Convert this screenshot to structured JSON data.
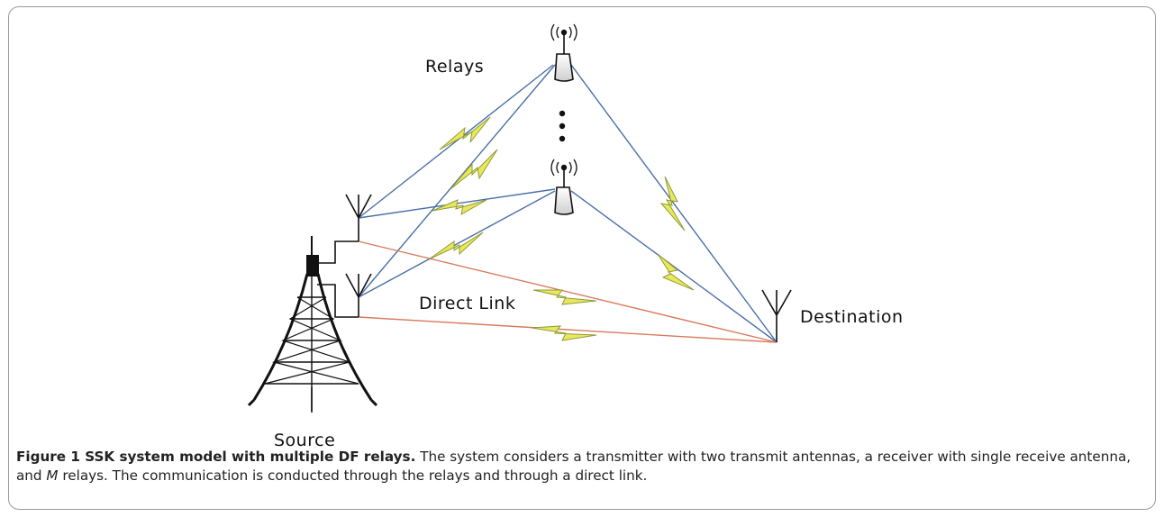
{
  "labels": {
    "relays": "Relays",
    "source": "Source",
    "destination": "Destination",
    "direct_link": "Direct Link"
  },
  "caption": {
    "title": "Figure 1 SSK system model with multiple DF relays.",
    "text_before_m": "The system considers a transmitter with two transmit antennas, a receiver with single receive antenna, and",
    "m": "M",
    "text_after_m": "relays. The communication is conducted through the relays and through a direct link."
  },
  "colors": {
    "relay_link": "#4a6fa8",
    "direct_link": "#d97a5c",
    "bolt_fill": "#e8e85a",
    "structure": "#111111"
  }
}
